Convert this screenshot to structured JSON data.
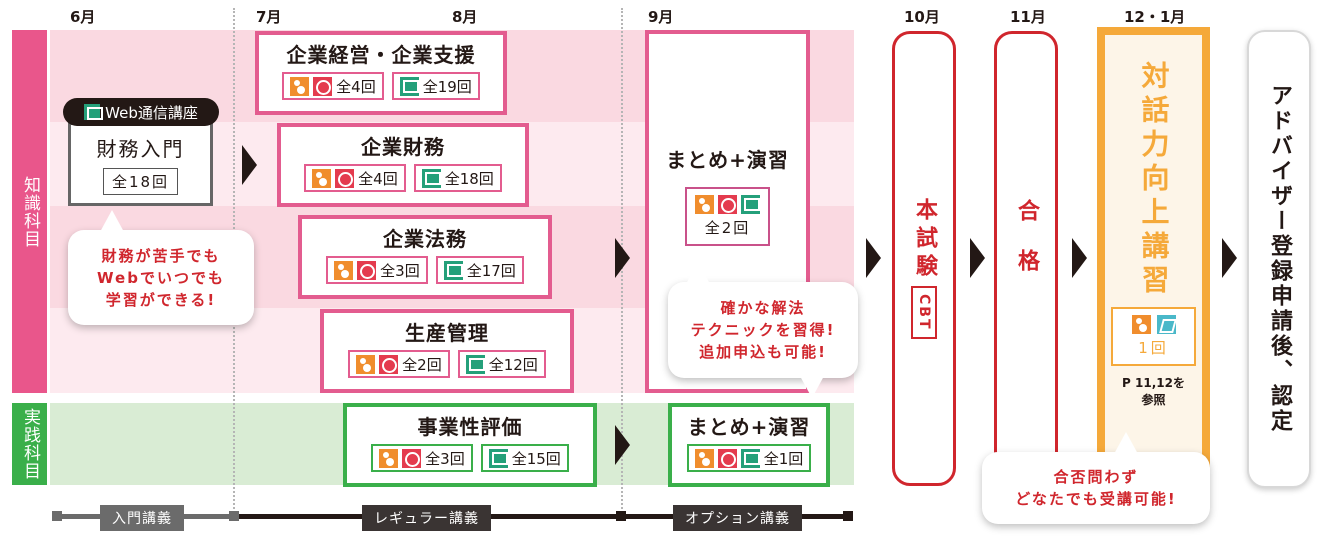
{
  "months": [
    "6月",
    "7月",
    "8月",
    "9月",
    "10月",
    "11月",
    "12・1月"
  ],
  "categories": {
    "knowledge": "知識科目",
    "practice": "実践科目"
  },
  "intro": {
    "badge": "Web通信講座",
    "title": "財務入門",
    "count": "全18回",
    "bubble_lines": [
      "財務が苦手でも",
      "Webでいつでも",
      "学習ができる!"
    ]
  },
  "courses": [
    {
      "title": "企業経営・企業支援",
      "live_count": "全4回",
      "web_count": "全19回"
    },
    {
      "title": "企業財務",
      "live_count": "全4回",
      "web_count": "全18回"
    },
    {
      "title": "企業法務",
      "live_count": "全3回",
      "web_count": "全17回"
    },
    {
      "title": "生産管理",
      "live_count": "全2回",
      "web_count": "全12回"
    },
    {
      "title": "事業性評価",
      "live_count": "全3回",
      "web_count": "全15回"
    }
  ],
  "summary_knowledge": {
    "title": "まとめ+演習",
    "count": "全2回"
  },
  "summary_practice": {
    "title": "まとめ+演習",
    "count": "全1回"
  },
  "option_bubble_lines": [
    "確かな解法",
    "テクニックを習得!",
    "追加申込も可能!"
  ],
  "exam": {
    "title": "本試験",
    "sub": "CBT"
  },
  "pass": {
    "title": "合格"
  },
  "dialog": {
    "title": "対話力向上講習",
    "count": "1回",
    "ref": "P 11,12を",
    "ref2": "参照",
    "bubble_lines": [
      "合否問わず",
      "どなたでも受講可能!"
    ]
  },
  "final": {
    "title": "アドバイザー登録申請後、認定"
  },
  "timeline": {
    "intro_label": "入門講義",
    "regular_label": "レギュラー講義",
    "option_label": "オプション講義"
  },
  "icons": [
    "classroom-icon",
    "live-stream-icon",
    "web-course-icon",
    "text-icon"
  ],
  "colors": {
    "pink": "#e35c8f",
    "green": "#3aaf4a",
    "red": "#d0262d",
    "orange": "#f5a93a"
  }
}
